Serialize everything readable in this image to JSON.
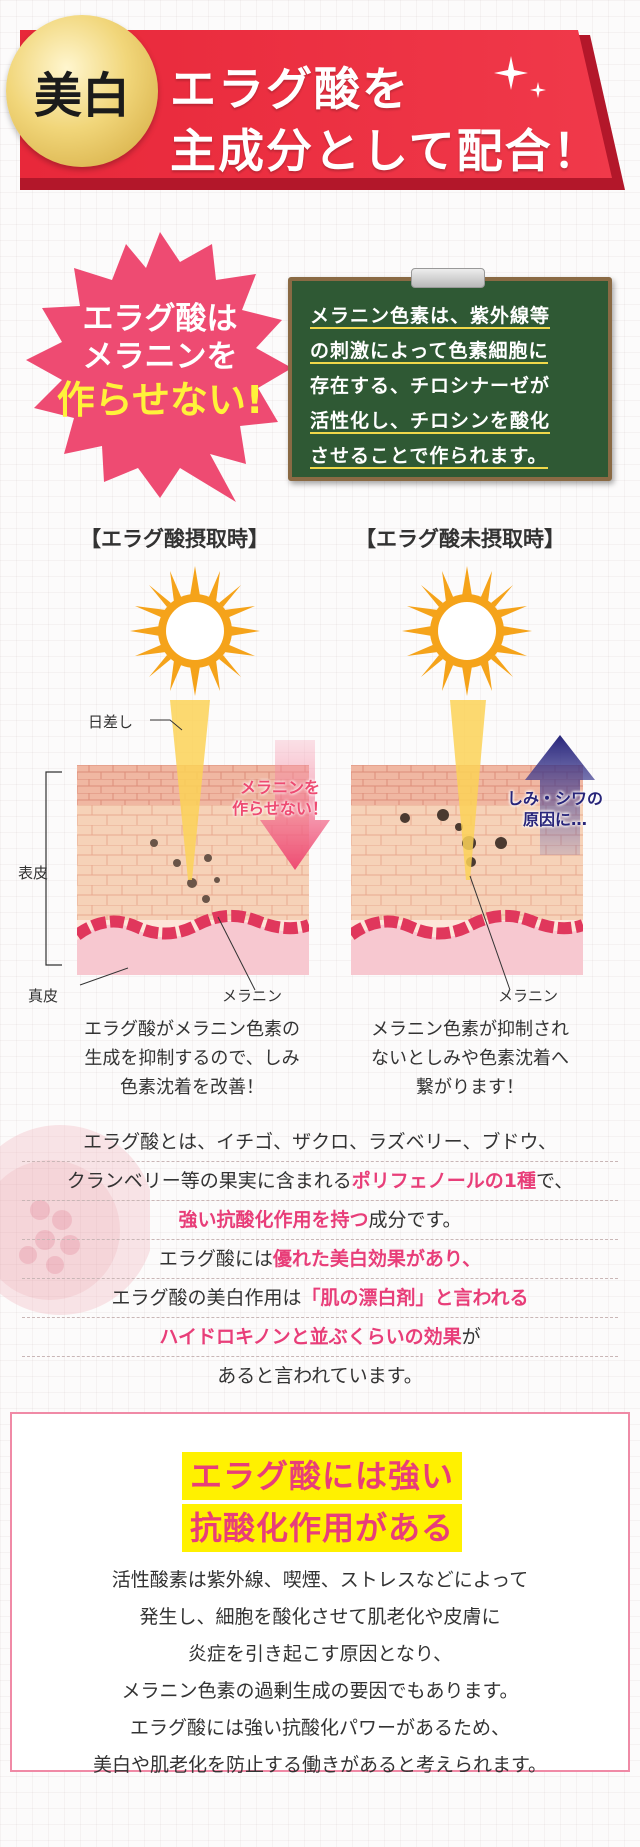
{
  "header": {
    "badge": "美白",
    "title_line1": "エラグ酸を",
    "title_line2": "主成分として配合！"
  },
  "burst": {
    "line1": "エラグ酸は",
    "line2": "メラニンを",
    "line3": "作らせない!"
  },
  "chalkboard": {
    "line1": "メラニン色素は、紫外線等",
    "line2": "の刺激によって色素細胞に",
    "line3": "存在する、チロシナーゼが",
    "line4": "活性化し、チロシンを酸化",
    "line5": "させることで作られます。"
  },
  "comparison": {
    "left": {
      "title": "【エラグ酸摂取時】",
      "arrow_text_1": "メラニンを",
      "arrow_text_2": "作らせない！",
      "melanin_label": "メラニン",
      "desc_1": "エラグ酸がメラニン色素の",
      "desc_2": "生成を抑制するので、しみ",
      "desc_3": "色素沈着を改善！"
    },
    "right": {
      "title": "【エラグ酸未摂取時】",
      "arrow_text_1": "しみ・シワの",
      "arrow_text_2": "原因に…",
      "melanin_label": "メラニン",
      "desc_1": "メラニン色素が抑制され",
      "desc_2": "ないとしみや色素沈着へ",
      "desc_3": "繋がります！"
    },
    "labels": {
      "sunlight": "日差し",
      "epidermis": "表皮",
      "dermis": "真皮"
    }
  },
  "explain": {
    "r1": "エラグ酸とは、イチゴ、ザクロ、ラズベリー、ブドウ、",
    "r2a": "クランベリー等の果実に含まれる",
    "r2b": "ポリフェノールの1種",
    "r2c": "で、",
    "r3a": "強い抗酸化作用を持つ",
    "r3b": "成分です。",
    "r4a": "エラグ酸には",
    "r4b": "優れた美白効果があり、",
    "r5a": "エラグ酸の美白作用は",
    "r5b": "「肌の漂白剤」と言われる",
    "r6a": "ハイドロキノンと並ぶくらいの効果",
    "r6b": "が",
    "r7": "あると言われています。"
  },
  "box": {
    "head1": "エラグ酸には強い",
    "head2": "抗酸化作用がある",
    "body1": "活性酸素は紫外線、喫煙、ストレスなどによって",
    "body2": "発生し、細胞を酸化させて肌老化や皮膚に",
    "body3": "炎症を引き起こす原因となり、",
    "body4": "メラニン色素の過剰生成の要因でもあります。",
    "body5": "エラグ酸には強い抗酸化パワーがあるため、",
    "body6": "美白や肌老化を防止する働きがあると考えられます。"
  },
  "colors": {
    "banner_red": "#e4283c",
    "accent_pink": "#e83e79",
    "highlight_yellow": "#fff100",
    "board_green": "#2f5934",
    "sun_orange": "#f5a31a"
  }
}
